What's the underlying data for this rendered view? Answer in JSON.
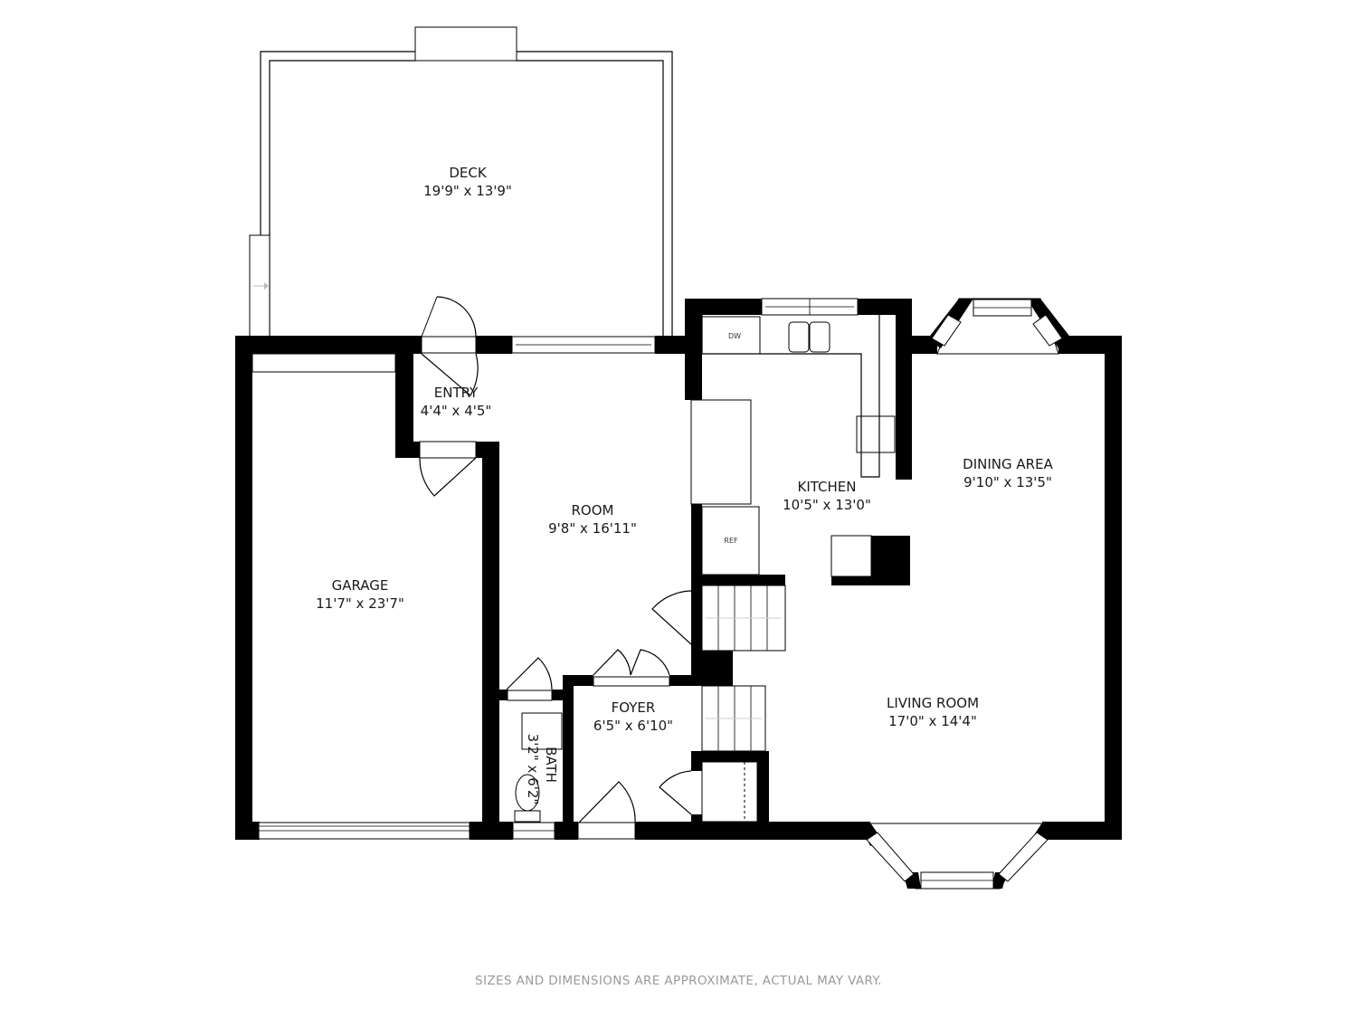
{
  "floorplan": {
    "rooms": [
      {
        "id": "deck",
        "name": "DECK",
        "size": "19'9\" x 13'9\""
      },
      {
        "id": "entry",
        "name": "ENTRY",
        "size": "4'4\" x 4'5\""
      },
      {
        "id": "room",
        "name": "ROOM",
        "size": "9'8\" x 16'11\""
      },
      {
        "id": "garage",
        "name": "GARAGE",
        "size": "11'7\" x 23'7\""
      },
      {
        "id": "kitchen",
        "name": "KITCHEN",
        "size": "10'5\" x 13'0\""
      },
      {
        "id": "dining",
        "name": "DINING AREA",
        "size": "9'10\" x 13'5\""
      },
      {
        "id": "foyer",
        "name": "FOYER",
        "size": "6'5\" x 6'10\""
      },
      {
        "id": "bath",
        "name": "BATH",
        "size": "3'2\" x 6'2\""
      },
      {
        "id": "living",
        "name": "LIVING ROOM",
        "size": "17'0\" x 14'4\""
      }
    ],
    "fixtures": {
      "dishwasher": "DW",
      "refrigerator": "REF"
    }
  },
  "disclaimer": "SIZES AND DIMENSIONS ARE APPROXIMATE, ACTUAL MAY VARY."
}
